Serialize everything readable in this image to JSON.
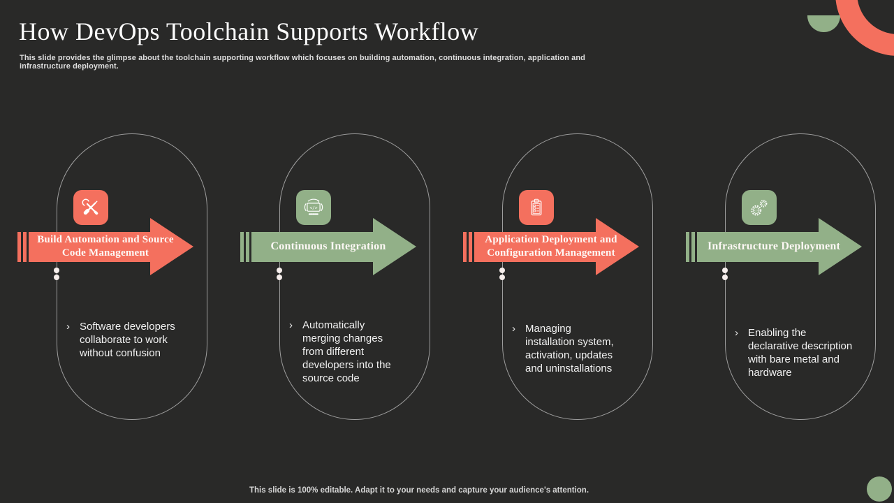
{
  "slide": {
    "title": "How DevOps Toolchain Supports Workflow",
    "subtitle": "This slide provides the glimpse about the toolchain supporting workflow which focuses on building automation, continuous integration, application and infrastructure deployment.",
    "footer": "This slide is 100% editable. Adapt it to your needs and capture your audience's attention."
  },
  "bullet_char": "›",
  "colors": {
    "background": "#292928",
    "salmon_accent": "#f4705e",
    "green_accent": "#92b088",
    "capsule_border": "#9d9d9d",
    "text_light": "#f1f1f1"
  },
  "columns": [
    {
      "accent": "salmon",
      "icon": "wrench-screwdriver-icon",
      "arrow_label": "Build Automation and Source Code Management",
      "bullet": "Software developers collaborate to work without confusion"
    },
    {
      "accent": "green",
      "icon": "continuous-integration-monitor-icon",
      "arrow_label": "Continuous Integration",
      "bullet": "Automatically merging changes from different developers into the source code"
    },
    {
      "accent": "salmon",
      "icon": "clipboard-checklist-icon",
      "arrow_label": "Application Deployment and Configuration Management",
      "bullet": "Managing installation system, activation, updates and uninstallations"
    },
    {
      "accent": "green",
      "icon": "gears-code-icon",
      "arrow_label": "Infrastructure Deployment",
      "bullet": "Enabling the declarative description with bare metal and hardware"
    }
  ]
}
